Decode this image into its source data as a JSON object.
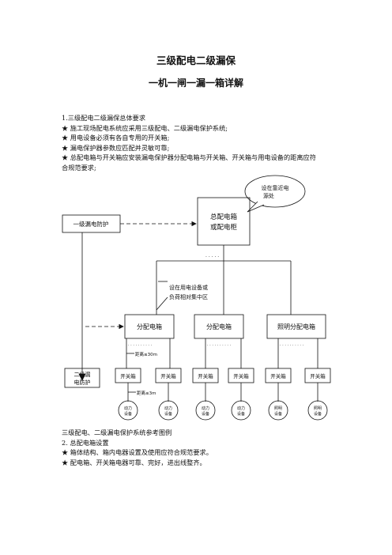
{
  "title": "三级配电二级漏保",
  "subtitle": "一机一闸一漏一箱详解",
  "section1": {
    "heading": "1.三级配电二级漏保总体要求",
    "bullets": [
      "★  施工现场配电系统应采用三级配电、二级漏电保护系统;",
      "★  用电设备必须有各自专用的开关箱;",
      "★  漏电保护器参数应匹配并灵敏可靠;",
      "★  总配电箱与开关箱应安装漏电保护器分配电箱与开关箱、开关箱与用电设备的距离应符",
      "合规范要求;"
    ]
  },
  "diagram": {
    "callout": [
      "设在靠近电",
      "源处"
    ],
    "main_box": [
      "总配电箱",
      "或配电柜"
    ],
    "level1_label": "一级漏电防护",
    "note": [
      "设在用电设备或",
      "负荷相对集中区"
    ],
    "dist_boxes": [
      "分配电箱",
      "分配电箱",
      "照明分配电箱"
    ],
    "level2_label": [
      "二级漏",
      "电防护"
    ],
    "dist_note": "距离≤30m",
    "switch_label": "开关箱",
    "switch_note": "距离≤3m",
    "devices": [
      [
        "动力",
        "设备"
      ],
      [
        "动力",
        "设备"
      ],
      [
        "动力",
        "设备"
      ],
      [
        "动力",
        "设备"
      ],
      [
        "照明",
        "设备"
      ],
      [
        "照明",
        "设备"
      ]
    ],
    "dots": "· · · · · · · · · ·",
    "dots_short": "· · · · ·"
  },
  "caption": "三级配电、二级漏电保护系统参考图例",
  "section2": {
    "heading": "2.   总配电箱设置",
    "bullets": [
      "★  箱体结构、箱内电器设置及使用应符合规范要求。",
      "★  配电箱、开关箱电器可靠、完好，进出线整齐。"
    ]
  }
}
